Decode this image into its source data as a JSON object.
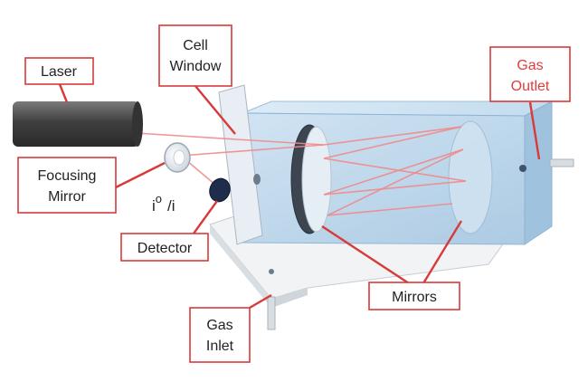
{
  "labels": {
    "laser": "Laser",
    "cell_window_l1": "Cell",
    "cell_window_l2": "Window",
    "gas_outlet_l1": "Gas",
    "gas_outlet_l2": "Outlet",
    "focusing_mirror_l1": "Focusing",
    "focusing_mirror_l2": "Mirror",
    "intensity_i": "i",
    "intensity_o": "o",
    "intensity_rest": "/i",
    "detector": "Detector",
    "mirrors": "Mirrors",
    "gas_inlet_l1": "Gas",
    "gas_inlet_l2": "Inlet"
  },
  "colors": {
    "label_box_border": "#d83a3a",
    "leader_line": "#d83a3a",
    "laser_beam": "#f08a8a",
    "gas_outlet_text": "#e03c3c",
    "cell_body": "#bcd8ee",
    "laser_body": "#4a4a4a"
  }
}
